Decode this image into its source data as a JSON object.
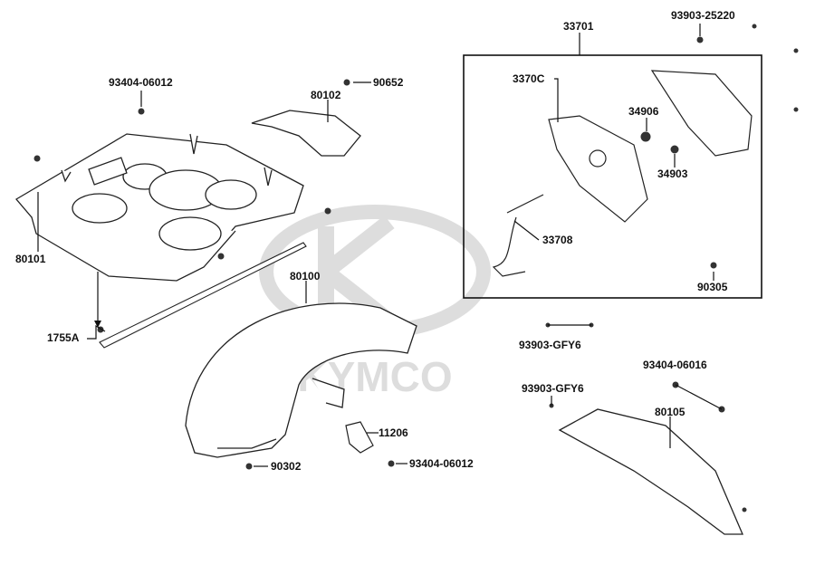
{
  "diagram": {
    "watermark": "KYMCO",
    "parts": [
      {
        "id": "p80101",
        "number": "80101"
      },
      {
        "id": "p93404a",
        "number": "93404-06012"
      },
      {
        "id": "p90652",
        "number": "90652"
      },
      {
        "id": "p80102",
        "number": "80102"
      },
      {
        "id": "p1755A",
        "number": "1755A"
      },
      {
        "id": "p80100",
        "number": "80100"
      },
      {
        "id": "p11206",
        "number": "11206"
      },
      {
        "id": "p90302",
        "number": "90302"
      },
      {
        "id": "p93404b",
        "number": "93404-06012"
      },
      {
        "id": "p33701",
        "number": "33701"
      },
      {
        "id": "p93903a",
        "number": "93903-25220"
      },
      {
        "id": "p3370C",
        "number": "3370C"
      },
      {
        "id": "p34906",
        "number": "34906"
      },
      {
        "id": "p34903",
        "number": "34903"
      },
      {
        "id": "p33708",
        "number": "33708"
      },
      {
        "id": "p90305",
        "number": "90305"
      },
      {
        "id": "p93903b",
        "number": "93903-GFY6"
      },
      {
        "id": "p93903c",
        "number": "93903-GFY6"
      },
      {
        "id": "p93404c",
        "number": "93404-06016"
      },
      {
        "id": "p80105",
        "number": "80105"
      }
    ]
  }
}
